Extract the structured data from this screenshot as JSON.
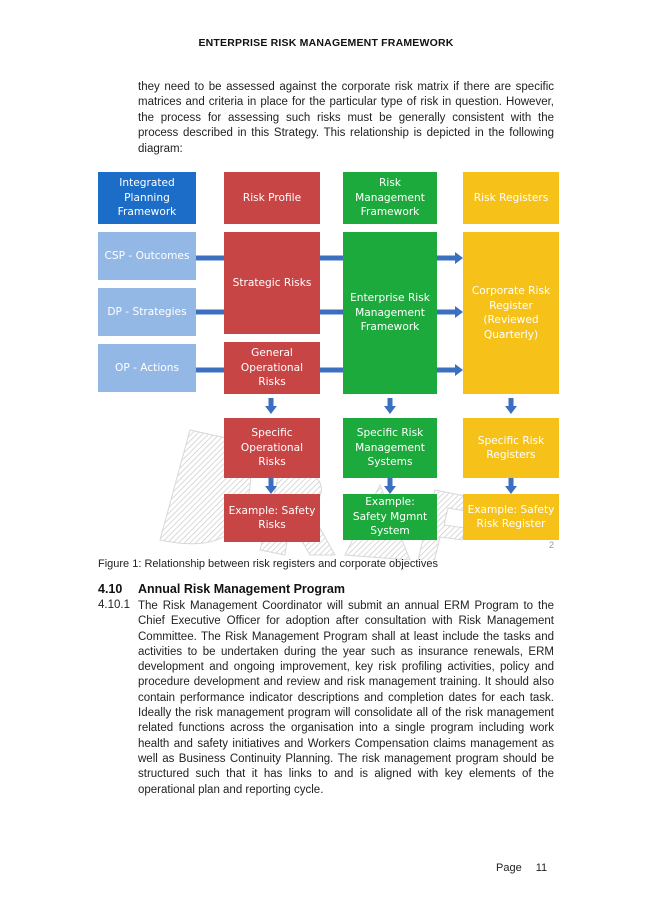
{
  "header": {
    "title": "ENTERPRISE RISK MANAGEMENT FRAMEWORK"
  },
  "intro": {
    "text": "they need to be assessed against the corporate risk matrix if there are specific matrices and criteria in place for the particular type of risk in question. However, the process for assessing such risks must be generally consistent with the process described in this Strategy. This relationship is depicted in the following diagram:"
  },
  "diagram": {
    "colors": {
      "navy": "#1c6dc8",
      "light_blue": "#94b8e6",
      "red": "#c84545",
      "green": "#1daa3c",
      "gold": "#f6c21a",
      "arrow": "#3d6fc0"
    },
    "col1": {
      "integrated_planning": "Integrated Planning Framework",
      "csp": "CSP - Outcomes",
      "dp": "DP - Strategies",
      "op": "OP - Actions"
    },
    "col2": {
      "risk_profile": "Risk Profile",
      "strategic_risks": "Strategic Risks",
      "general_operational": "General Operational Risks",
      "specific_operational": "Specific Operational Risks",
      "example": "Example: Safety Risks"
    },
    "col3": {
      "rm_framework": "Risk Management Framework",
      "erm_framework": "Enterprise Risk Management Framework",
      "specific_systems": "Specific Risk Management Systems",
      "example": "Example: Safety Mgmnt System"
    },
    "col4": {
      "risk_registers": "Risk Registers",
      "corporate_register": "Corporate Risk Register (Reviewed Quarterly)",
      "specific_registers": "Specific Risk Registers",
      "example": "Example: Safety Risk Register"
    },
    "corner_mark": "2"
  },
  "caption": "Figure 1: Relationship between risk registers and corporate objectives",
  "section": {
    "number": "4.10",
    "title": "Annual Risk Management Program",
    "sub_number": "4.10.1",
    "text": "The Risk Management Coordinator will submit an annual ERM Program to the Chief Executive Officer for adoption after consultation with Risk Management Committee. The Risk Management Program shall at least include the tasks and activities to be undertaken during the year such as insurance renewals, ERM development and ongoing improvement, key risk profiling activities, policy and procedure development and review and risk management training. It should also contain performance indicator descriptions and completion dates for each task. Ideally the risk management program will consolidate all of the risk management related functions across the organisation into a single program including work health and safety initiatives and Workers Compensation claims management as well as Business Continuity Planning. The risk management program should be structured such that it has links to and is aligned with key elements of the operational plan and reporting cycle."
  },
  "footer": {
    "page_label": "Page",
    "page_number": "11"
  }
}
